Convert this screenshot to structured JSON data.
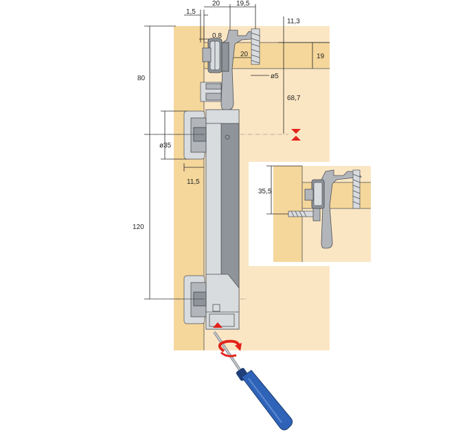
{
  "dimensions": {
    "d_1_5": "1,5",
    "d_20_top": "20",
    "d_19_5": "19,5",
    "d_11_3": "11,3",
    "d_0_8": "0,8",
    "d_20_inner": "20",
    "d_19": "19",
    "d_phi5": "ø5",
    "d_80": "80",
    "d_68_7": "68,7",
    "d_phi35": "ø35",
    "d_11_5": "11,5",
    "d_120": "120",
    "d_35_5": "35,5"
  },
  "colors": {
    "wood": "#f5d79b",
    "wood_light": "#fbe6c4",
    "metal": "#b2b6bb",
    "metal_dark": "#8f949a",
    "marker_red": "#e2231a",
    "screwdriver_blue": "#2f63b8",
    "rotation_arrow": "#e2231a"
  },
  "icons": {
    "rotation": "rotation-arrow-icon",
    "tool": "screwdriver-icon",
    "alignment": "triangle-marker-icon"
  }
}
